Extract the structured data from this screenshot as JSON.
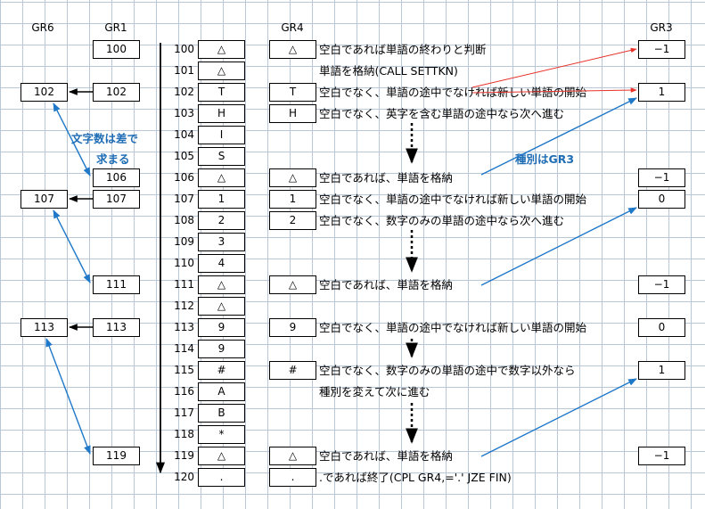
{
  "headers": {
    "gr6": "GR6",
    "gr1": "GR1",
    "gr4": "GR4",
    "gr3": "GR3"
  },
  "memory": [
    {
      "addr": "100",
      "char": "△"
    },
    {
      "addr": "101",
      "char": "△"
    },
    {
      "addr": "102",
      "char": "T"
    },
    {
      "addr": "103",
      "char": "H"
    },
    {
      "addr": "104",
      "char": "I"
    },
    {
      "addr": "105",
      "char": "S"
    },
    {
      "addr": "106",
      "char": "△"
    },
    {
      "addr": "107",
      "char": "1"
    },
    {
      "addr": "108",
      "char": "2"
    },
    {
      "addr": "109",
      "char": "3"
    },
    {
      "addr": "110",
      "char": "4"
    },
    {
      "addr": "111",
      "char": "△"
    },
    {
      "addr": "112",
      "char": "△"
    },
    {
      "addr": "113",
      "char": "9"
    },
    {
      "addr": "114",
      "char": "9"
    },
    {
      "addr": "115",
      "char": "#"
    },
    {
      "addr": "116",
      "char": "A"
    },
    {
      "addr": "117",
      "char": "B"
    },
    {
      "addr": "118",
      "char": "*"
    },
    {
      "addr": "119",
      "char": "△"
    },
    {
      "addr": "120",
      "char": "."
    }
  ],
  "gr1": [
    "100",
    "102",
    "106",
    "107",
    "111",
    "113",
    "119"
  ],
  "gr6": [
    "102",
    "107",
    "113"
  ],
  "gr4": [
    "△",
    "T",
    "H",
    "△",
    "1",
    "2",
    "△",
    "9",
    "#",
    "△",
    "."
  ],
  "gr3": [
    "−1",
    "1",
    "−1",
    "0",
    "−1",
    "0",
    "1",
    "−1"
  ],
  "descriptions": [
    "空白であれば単語の終わりと判断",
    "単語を格納(CALL SETTKN)",
    "空白でなく、単語の途中でなければ新しい単語の開始",
    "空白でなく、英字を含む単語の途中なら次へ進む",
    "空白であれば、単語を格納",
    "空白でなく、単語の途中でなければ新しい単語の開始",
    "空白でなく、数字のみの単語の途中なら次へ進む",
    "空白であれば、単語を格納",
    "空白でなく、単語の途中でなければ新しい単語の開始",
    "空白でなく、数字のみの単語の途中で数字以外なら",
    "種別を変えて次に進む",
    "空白であれば、単語を格納",
    ".であれば終了(CPL GR4,='.'  JZE FIN)"
  ],
  "notes": {
    "char_count_line1": "文字数は差で",
    "char_count_line2": "求まる",
    "kind": "種別はGR3"
  },
  "colors": {
    "blue_arrow": "#1f78c8",
    "red_arrow": "#e8322a",
    "note_text": "#1f6db5"
  }
}
